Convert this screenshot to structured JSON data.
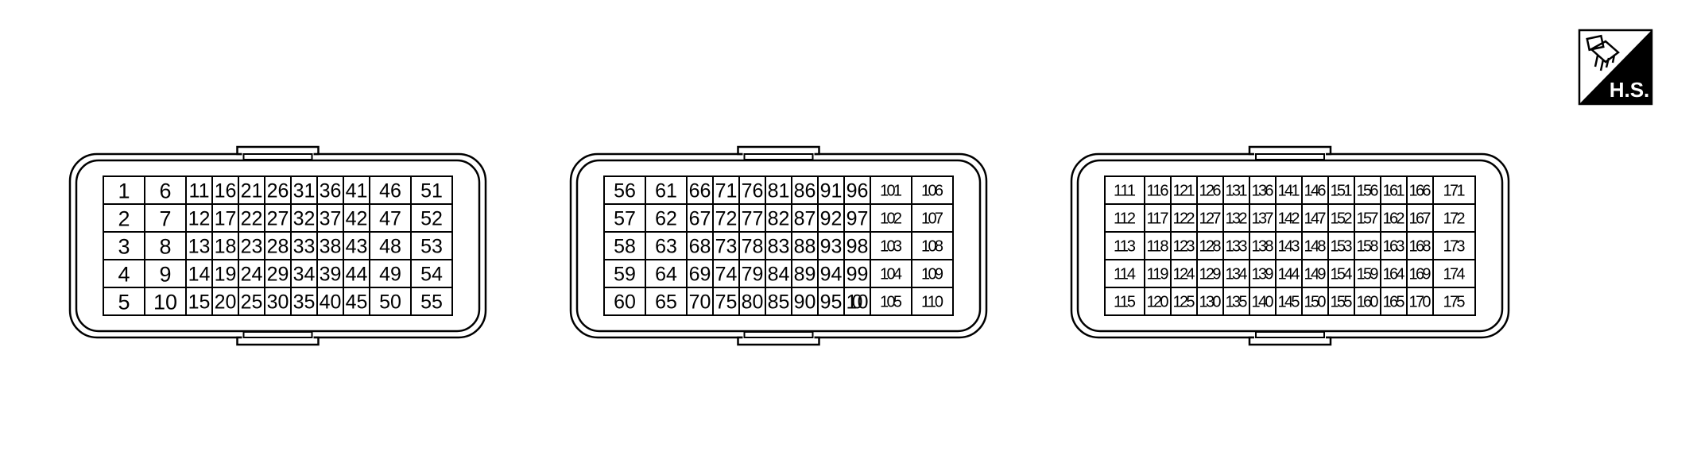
{
  "badge": {
    "label": "H.S.",
    "icon": "harness-connector-icon"
  },
  "connectors": [
    {
      "name": "connector-left",
      "columns": [
        [
          "1",
          "2",
          "3",
          "4",
          "5"
        ],
        [
          "6",
          "7",
          "8",
          "9",
          "10"
        ],
        [
          "11",
          "12",
          "13",
          "14",
          "15"
        ],
        [
          "16",
          "17",
          "18",
          "19",
          "20"
        ],
        [
          "21",
          "22",
          "23",
          "24",
          "25"
        ],
        [
          "26",
          "27",
          "28",
          "29",
          "30"
        ],
        [
          "31",
          "32",
          "33",
          "34",
          "35"
        ],
        [
          "36",
          "37",
          "38",
          "39",
          "40"
        ],
        [
          "41",
          "42",
          "43",
          "44",
          "45"
        ],
        [
          "46",
          "47",
          "48",
          "49",
          "50"
        ],
        [
          "51",
          "52",
          "53",
          "54",
          "55"
        ]
      ]
    },
    {
      "name": "connector-middle",
      "columns": [
        [
          "56",
          "57",
          "58",
          "59",
          "60"
        ],
        [
          "61",
          "62",
          "63",
          "64",
          "65"
        ],
        [
          "66",
          "67",
          "68",
          "69",
          "70"
        ],
        [
          "71",
          "72",
          "73",
          "74",
          "75"
        ],
        [
          "76",
          "77",
          "78",
          "79",
          "80"
        ],
        [
          "81",
          "82",
          "83",
          "84",
          "85"
        ],
        [
          "86",
          "87",
          "88",
          "89",
          "90"
        ],
        [
          "91",
          "92",
          "93",
          "94",
          "95"
        ],
        [
          "96",
          "97",
          "98",
          "99",
          "100"
        ],
        [
          "101",
          "102",
          "103",
          "104",
          "105"
        ],
        [
          "106",
          "107",
          "108",
          "109",
          "110"
        ]
      ]
    },
    {
      "name": "connector-right",
      "columns": [
        [
          "111",
          "112",
          "113",
          "114",
          "115"
        ],
        [
          "116",
          "117",
          "118",
          "119",
          "120"
        ],
        [
          "121",
          "122",
          "123",
          "124",
          "125"
        ],
        [
          "126",
          "127",
          "128",
          "129",
          "130"
        ],
        [
          "131",
          "132",
          "133",
          "134",
          "135"
        ],
        [
          "136",
          "137",
          "138",
          "139",
          "140"
        ],
        [
          "141",
          "142",
          "143",
          "144",
          "145"
        ],
        [
          "146",
          "147",
          "148",
          "149",
          "150"
        ],
        [
          "151",
          "152",
          "153",
          "154",
          "155"
        ],
        [
          "156",
          "157",
          "158",
          "159",
          "160"
        ],
        [
          "161",
          "162",
          "163",
          "164",
          "165"
        ],
        [
          "166",
          "167",
          "168",
          "169",
          "170"
        ],
        [
          "171",
          "172",
          "173",
          "174",
          "175"
        ]
      ]
    }
  ]
}
